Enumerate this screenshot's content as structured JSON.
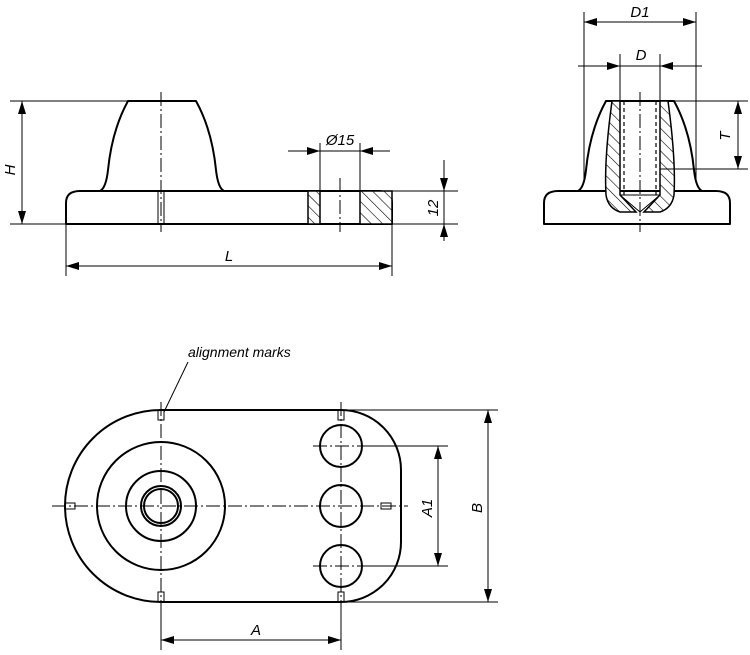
{
  "diagram": {
    "labels": {
      "H": "H",
      "L": "L",
      "d15": "Ø15",
      "h12": "12",
      "D1": "D1",
      "D": "D",
      "T": "T",
      "A": "A",
      "A1": "A1",
      "B": "B",
      "alignment_marks": "alignment marks"
    },
    "colors": {
      "line": "#000000",
      "background": "#ffffff"
    }
  }
}
